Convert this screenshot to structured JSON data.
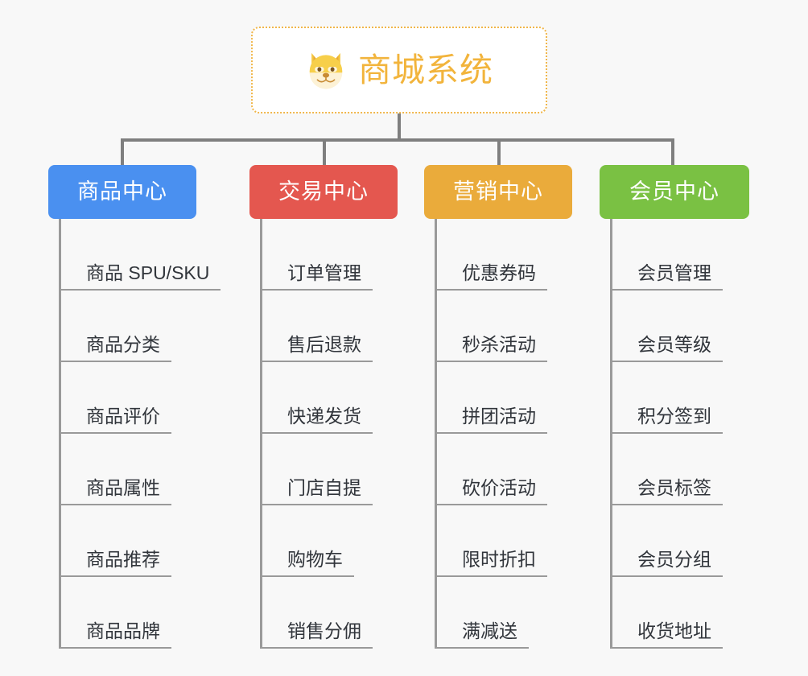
{
  "page": {
    "background_color": "#f8f8f8",
    "connector_color": "#7f7f7f"
  },
  "root": {
    "icon": "dog-face-emoji",
    "title": "商城系统",
    "title_color": "#f2b43c",
    "border_color": "#f0b64a",
    "background_color": "#ffffff"
  },
  "columns": [
    {
      "id": "product-center",
      "label": "商品中心",
      "color": "#4a90f0",
      "items": [
        "商品 SPU/SKU",
        "商品分类",
        "商品评价",
        "商品属性",
        "商品推荐",
        "商品品牌"
      ]
    },
    {
      "id": "trade-center",
      "label": "交易中心",
      "color": "#e4574f",
      "items": [
        "订单管理",
        "售后退款",
        "快递发货",
        "门店自提",
        "购物车",
        "销售分佣"
      ]
    },
    {
      "id": "marketing-center",
      "label": "营销中心",
      "color": "#eaab3b",
      "items": [
        "优惠券码",
        "秒杀活动",
        "拼团活动",
        "砍价活动",
        "限时折扣",
        "满减送"
      ]
    },
    {
      "id": "member-center",
      "label": "会员中心",
      "color": "#7ac143",
      "items": [
        "会员管理",
        "会员等级",
        "积分签到",
        "会员标签",
        "会员分组",
        "收货地址"
      ]
    }
  ]
}
